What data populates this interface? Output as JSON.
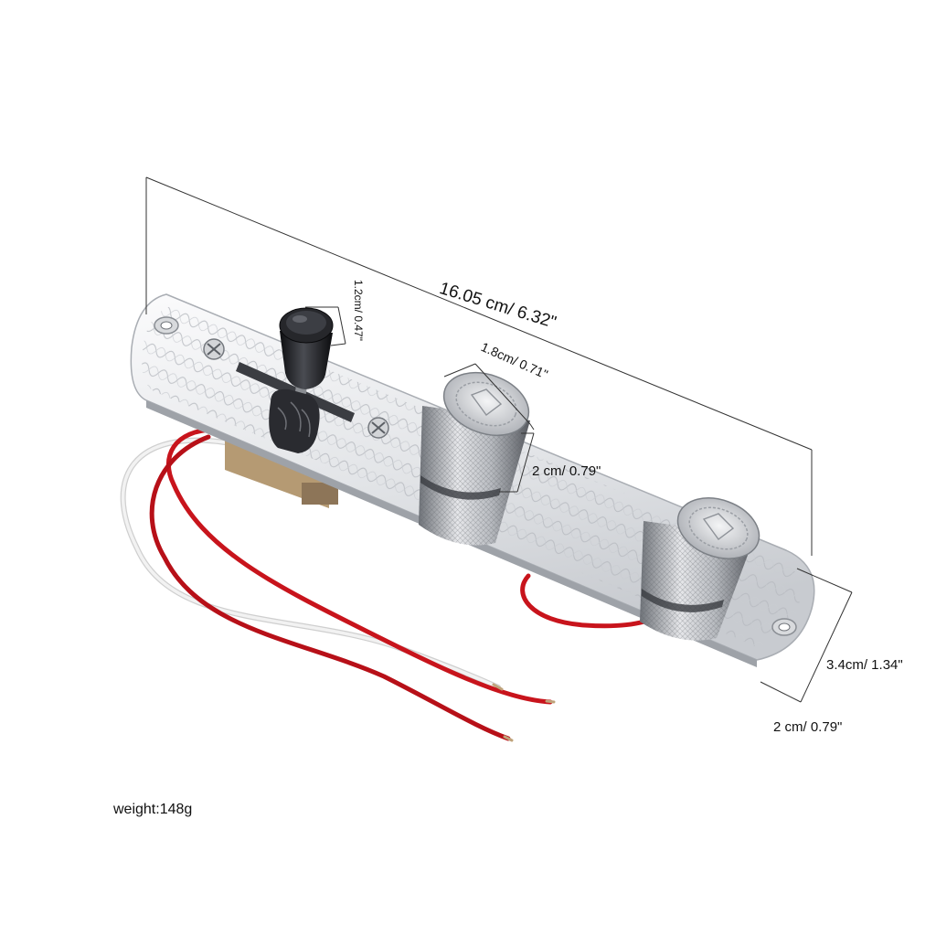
{
  "dimensions": {
    "length": "16.05  cm/  6.32\"",
    "switch_height": "1.2cm/ 0.47\"",
    "knob_diameter": "1.8cm/ 0.71\"",
    "knob_height": "2 cm/  0.79\"",
    "plate_width": "3.4cm/  1.34\"",
    "plate_depth": "2 cm/  0.79\""
  },
  "weight_label": "weight:148g",
  "colors": {
    "plate": "#e9eaec",
    "plate_edge": "#b9bcc2",
    "knob_metal": "#c7c9cd",
    "switch_tip": "#1b1c20",
    "wire_red": "#c8141c",
    "wire_white": "#e4e4e4",
    "dimension_line": "#333333"
  }
}
